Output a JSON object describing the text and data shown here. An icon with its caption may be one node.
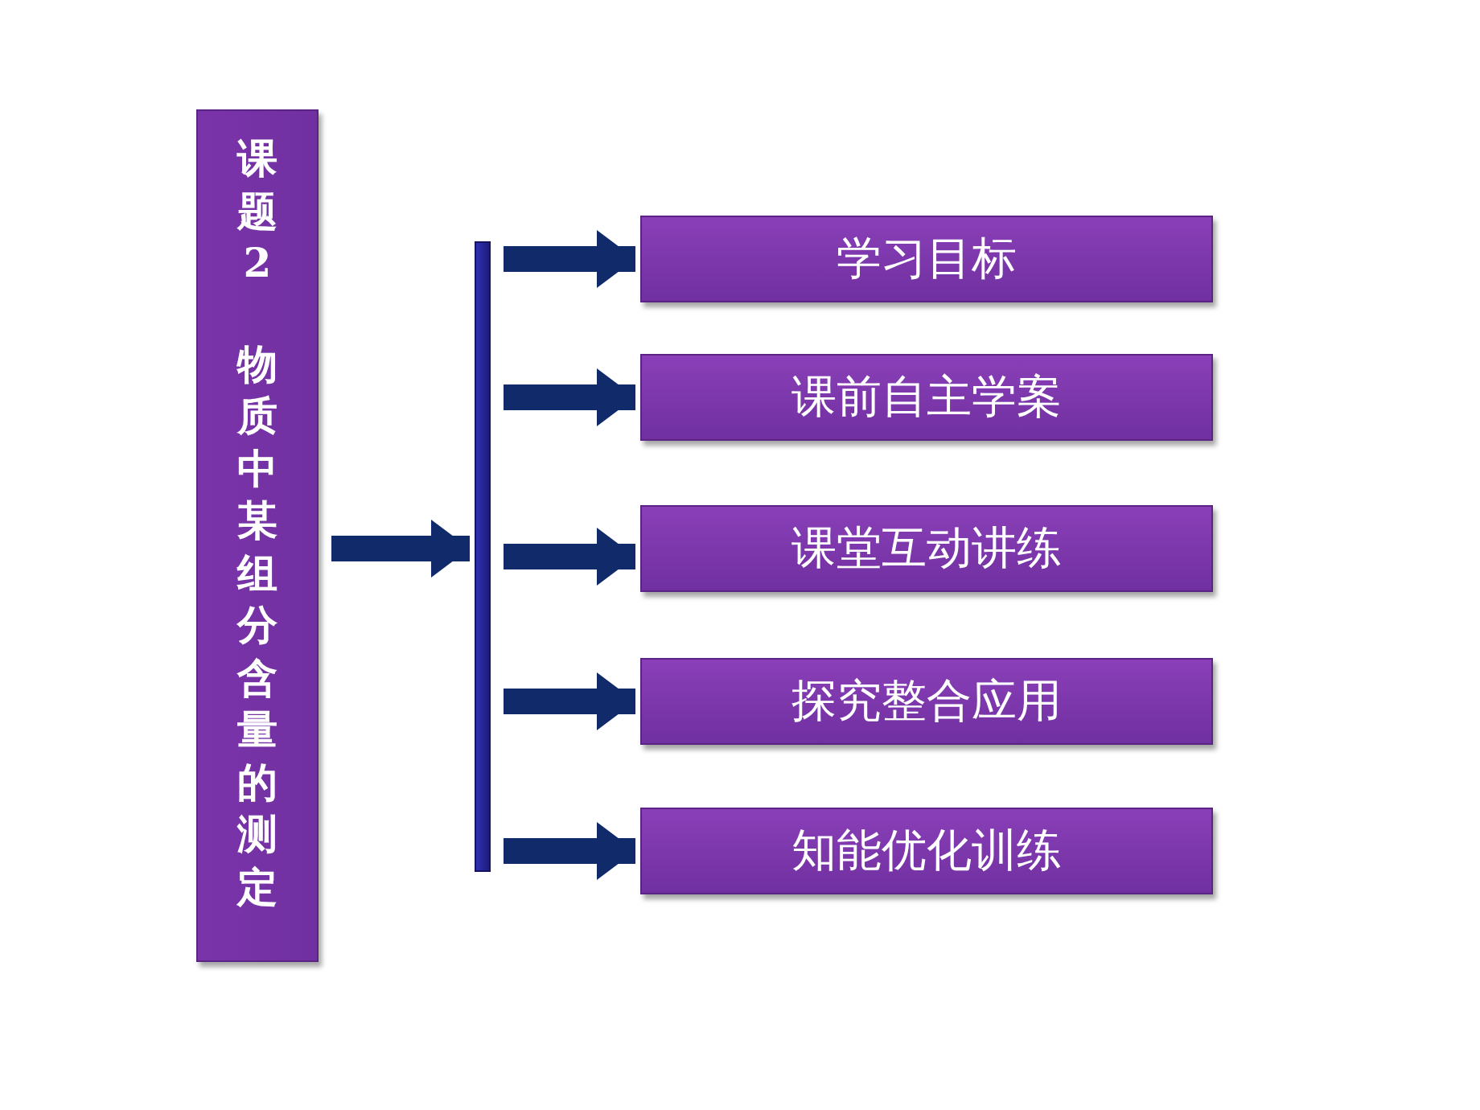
{
  "diagram": {
    "nodes": [
      {
        "text": [
          "课题2",
          "物质中某组分含量的测定"
        ]
      },
      {
        "text": [],
        "shape": "bar"
      },
      {
        "text": [
          "学习目标"
        ]
      },
      {
        "text": [
          "课前自主学案"
        ]
      },
      {
        "text": [
          "课堂互动讲练"
        ]
      },
      {
        "text": [
          "探究整合应用"
        ]
      },
      {
        "text": [
          "知能优化训练"
        ]
      }
    ],
    "edges": [
      {
        "from": 0,
        "to": 1,
        "arrow": "to"
      },
      {
        "from": 1,
        "to": 2,
        "arrow": "to"
      },
      {
        "from": 1,
        "to": 3,
        "arrow": "to"
      },
      {
        "from": 1,
        "to": 4,
        "arrow": "to"
      },
      {
        "from": 1,
        "to": 5,
        "arrow": "to"
      },
      {
        "from": 1,
        "to": 6,
        "arrow": "to"
      }
    ]
  }
}
